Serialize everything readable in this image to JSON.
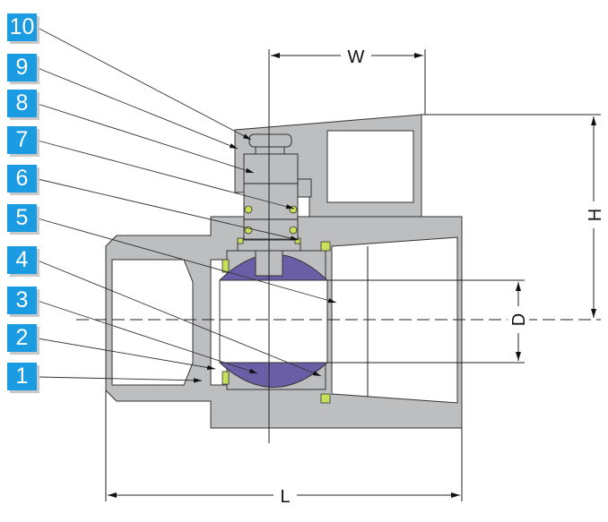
{
  "callouts": [
    "10",
    "9",
    "8",
    "7",
    "6",
    "5",
    "4",
    "3",
    "2",
    "1"
  ],
  "dimensions": {
    "width": "W",
    "height": "H",
    "bore": "D",
    "length": "L"
  },
  "colors": {
    "body": "#bdbec0",
    "ball": "#6a5fa6",
    "seal": "#c6e05a",
    "callout": "#1a9be2"
  }
}
